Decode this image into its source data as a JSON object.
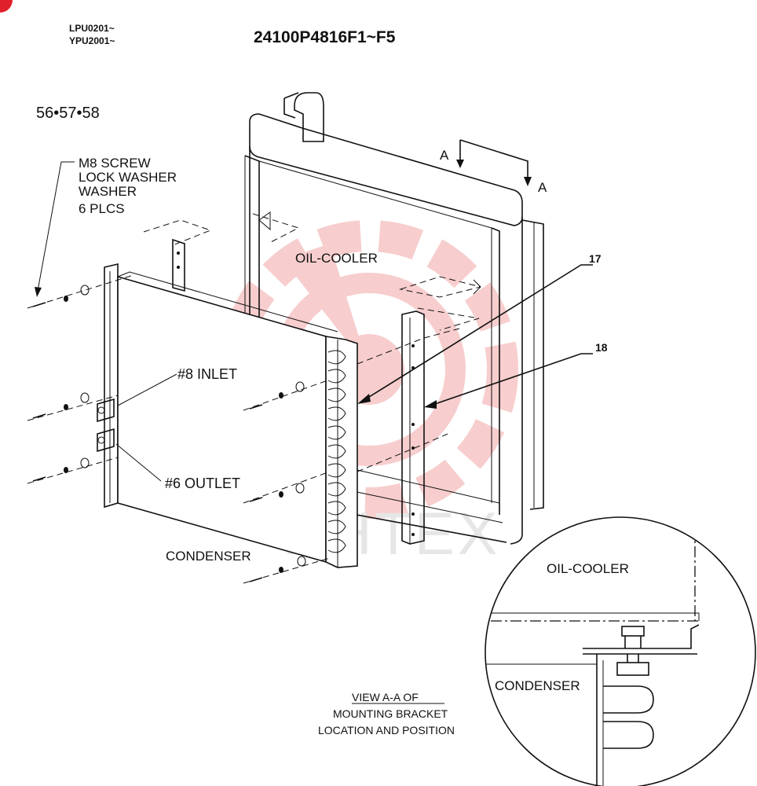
{
  "header": {
    "models_line1": "LPU0201~",
    "models_line2": "YPU2001~",
    "part_number": "24100P4816F1~F5"
  },
  "callouts": {
    "fastener_refs": "56•57•58",
    "fastener_line1": "M8 SCREW",
    "fastener_line2": "LOCK WASHER",
    "fastener_line3": "WASHER",
    "fastener_line4": "6 PLCS",
    "ref_17": "17",
    "ref_18": "18",
    "section_a_left": "A",
    "section_a_right": "A",
    "oil_cooler": "OIL-COOLER",
    "inlet": "#8  INLET",
    "outlet": "#6  OUTLET",
    "condenser": "CONDENSER"
  },
  "detail_view": {
    "oil_cooler": "OIL-COOLER",
    "condenser": "CONDENSER",
    "caption_line1": "VIEW  A-A  OF",
    "caption_line2": "MOUNTING  BRACKET",
    "caption_line3": "LOCATION  AND  POSITION"
  },
  "watermark": {
    "text": "ИНТЕХ",
    "color": "#f2a5a5"
  },
  "colors": {
    "ink": "#111111",
    "corner_mark": "#e0202a"
  }
}
